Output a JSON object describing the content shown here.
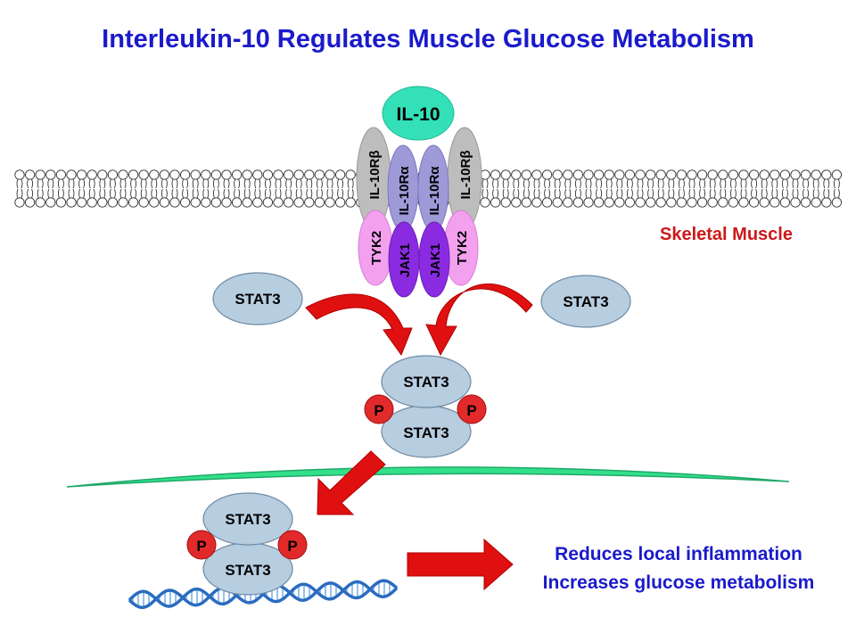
{
  "title": "Interleukin-10 Regulates Muscle Glucose Metabolism",
  "ligand": "IL-10",
  "receptors": {
    "beta_left": "IL-10Rβ",
    "alpha_left": "IL-10Rα",
    "alpha_right": "IL-10Rα",
    "beta_right": "IL-10Rβ"
  },
  "kinases": {
    "tyk2_left": "TYK2",
    "jak1_left": "JAK1",
    "jak1_right": "JAK1",
    "tyk2_right": "TYK2"
  },
  "cell_type": "Skeletal Muscle",
  "stat3": "STAT3",
  "phospho": "P",
  "outcomes": [
    "Reduces local inflammation",
    "Increases glucose metabolism"
  ],
  "colors": {
    "title": "#1a1acb",
    "il10": "#33e0b8",
    "receptor_beta": "#bdbdbd",
    "receptor_alpha": "#9e9ad8",
    "tyk2": "#f3a0ef",
    "jak1": "#8a2be2",
    "stat3": "#b7cde0",
    "phospho": "#e22a2a",
    "arrow": "#e01010",
    "nucleus": "#33e08a",
    "dna": "#3a7fd0",
    "cell_label": "#cc1a1a"
  }
}
